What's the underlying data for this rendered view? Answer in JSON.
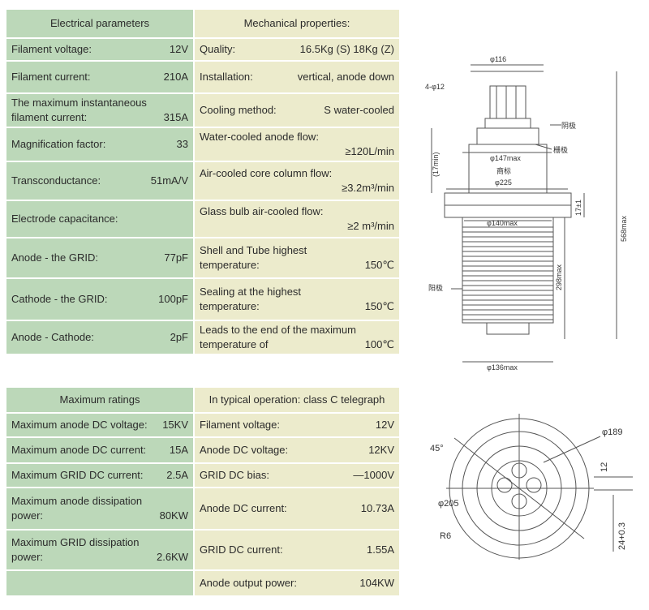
{
  "table1": {
    "header_left": "Electrical parameters",
    "header_right": "Mechanical properties:",
    "rows": [
      {
        "left": {
          "label": "Filament voltage:",
          "value": "12V"
        },
        "right": {
          "label": "Quality:",
          "value": "16.5Kg (S) 18Kg (Z)"
        }
      },
      {
        "left": {
          "label": "Filament current:",
          "value": "210A"
        },
        "right": {
          "label": "Installation:",
          "value": "vertical, anode down"
        }
      },
      {
        "left": {
          "label1": "The maximum instantaneous",
          "label2": "filament current:",
          "value": "315A"
        },
        "right": {
          "label": "Cooling method:",
          "value": "S water-cooled"
        }
      },
      {
        "left": {
          "label": "Magnification factor:",
          "value": "33"
        },
        "right": {
          "label": "Water-cooled anode flow:",
          "value": "≥120L/min"
        }
      },
      {
        "left": {
          "label": "Transconductance:",
          "value": "51mA/V"
        },
        "right": {
          "label": "Air-cooled core column flow:",
          "value": "≥3.2m³/min"
        }
      },
      {
        "left": {
          "label": "Electrode capacitance:",
          "value": ""
        },
        "right": {
          "label": "Glass bulb air-cooled flow:",
          "value": "≥2 m³/min"
        }
      },
      {
        "left": {
          "label": "Anode - the GRID:",
          "value": "77pF"
        },
        "right": {
          "label1": "Shell and Tube highest",
          "label2": "temperature:",
          "value": "150℃"
        }
      },
      {
        "left": {
          "label": "Cathode - the GRID:",
          "value": "100pF"
        },
        "right": {
          "label1": "Sealing at the highest",
          "label2": "temperature:",
          "value": "150℃"
        }
      },
      {
        "left": {
          "label": "Anode - Cathode:",
          "value": "2pF"
        },
        "right": {
          "label1": "Leads to the end of the maximum",
          "label2": "temperature of",
          "value": "100℃"
        }
      }
    ]
  },
  "table2": {
    "header_left": "Maximum ratings",
    "header_right": "In typical operation: class C telegraph",
    "rows": [
      {
        "left": {
          "label": "Maximum anode DC voltage:",
          "value": "15KV"
        },
        "right": {
          "label": "Filament voltage:",
          "value": "12V"
        }
      },
      {
        "left": {
          "label": "Maximum anode DC current:",
          "value": "15A"
        },
        "right": {
          "label": "Anode DC voltage:",
          "value": "12KV"
        }
      },
      {
        "left": {
          "label": "Maximum GRID DC current:",
          "value": "2.5A"
        },
        "right": {
          "label": "GRID DC bias:",
          "value": "—1000V"
        }
      },
      {
        "left": {
          "label1": "Maximum anode dissipation",
          "label2": "power:",
          "value": "80KW"
        },
        "right": {
          "label": "Anode DC current:",
          "value": "10.73A"
        }
      },
      {
        "left": {
          "label1": "Maximum GRID dissipation",
          "label2": "power:",
          "value": "2.6KW"
        },
        "right": {
          "label": "GRID DC current:",
          "value": "1.55A"
        }
      },
      {
        "left": null,
        "right": {
          "label": "Anode output power:",
          "value": "104KW"
        }
      }
    ]
  },
  "drawing_side": {
    "dim_top": "φ116",
    "dim_pins": "4-φ12",
    "dim_body_upper": "φ147max",
    "dim_flange": "φ225",
    "dim_17": "17±1",
    "dim_17min": "(17min)",
    "dim_568": "568max",
    "dim_298": "298max",
    "dim_140": "φ140max",
    "dim_136": "φ136max",
    "label_grid_terminal": "阴极",
    "label_grid": "栅极",
    "label_plate": "商标",
    "label_anode": "阳极"
  },
  "drawing_base": {
    "dim_189": "φ189",
    "dim_45": "45°",
    "dim_12": "12",
    "dim_205": "φ205",
    "dim_r6": "R6",
    "dim_24": "24+0.3"
  }
}
